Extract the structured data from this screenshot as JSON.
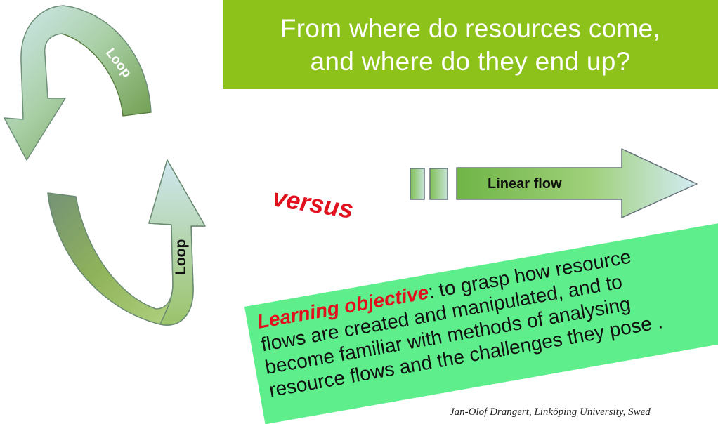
{
  "title": {
    "line1": "From where do resources come,",
    "line2": "and where do they end up?"
  },
  "loop_top": {
    "label": "Loop"
  },
  "loop_bottom": {
    "label": "Loop"
  },
  "versus": "versus",
  "linear_flow": {
    "label": "Linear flow"
  },
  "objective": {
    "label": "Learning objective",
    "text_line1": ": to grasp how resource",
    "text_line2": "flows are created and manipulated, and to",
    "text_line3": "become familiar with methods of analysing",
    "text_line4": "resource flows and the challenges they pose ."
  },
  "credit": "Jan-Olof Drangert, Linköping University, Swed",
  "colors": {
    "title_bg": "#8cc21a",
    "versus_red": "#e2101c",
    "objective_bg": "#5eef8c",
    "arrow_green": "#6a9c3a",
    "arrow_light": "#cfe6f0"
  }
}
